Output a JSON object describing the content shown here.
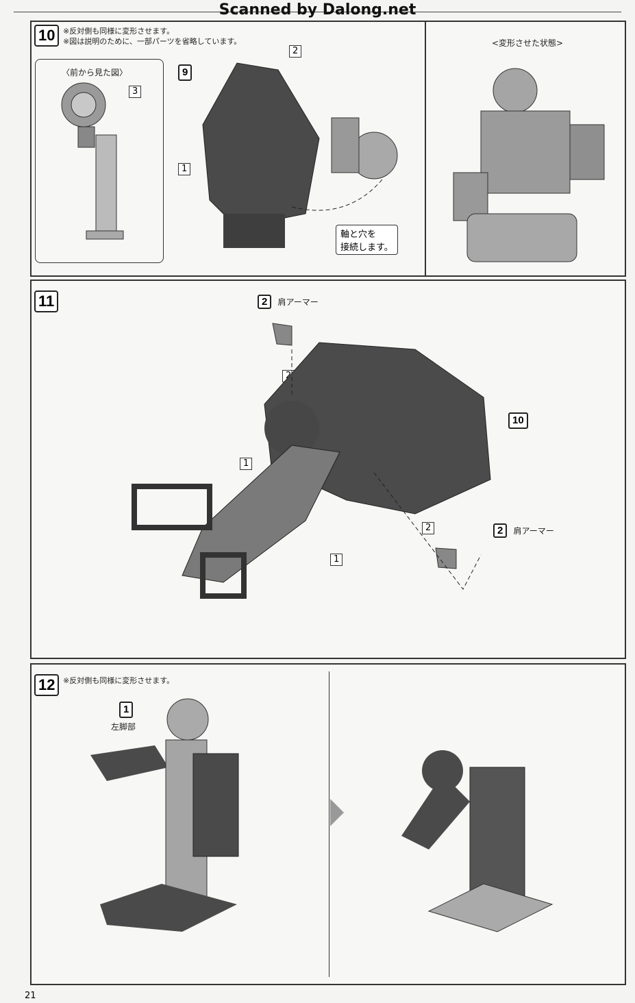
{
  "watermark": "Scanned by Dalong.net",
  "page_number": "21",
  "step10": {
    "number": "10",
    "notes": [
      "※反対側も同様に変形させます。",
      "※図は説明のために、一部パーツを省略しています。"
    ],
    "inset_title": "〈前から見た図〉",
    "inset_callout": "3",
    "part_ref": "9",
    "callouts": [
      "1",
      "2"
    ],
    "connect_note": [
      "軸と穴を",
      "接続します。"
    ],
    "result_title": "<変形させた状態>"
  },
  "step11": {
    "number": "11",
    "part_ref": "10",
    "callouts": [
      "1",
      "2",
      "1",
      "2"
    ],
    "shoulder_armor": [
      {
        "num": "2",
        "label": "肩アーマー"
      },
      {
        "num": "2",
        "label": "肩アーマー"
      }
    ]
  },
  "step12": {
    "number": "12",
    "note": "※反対側も同様に変形させます。",
    "part": {
      "num": "1",
      "label": "左脚部"
    }
  }
}
